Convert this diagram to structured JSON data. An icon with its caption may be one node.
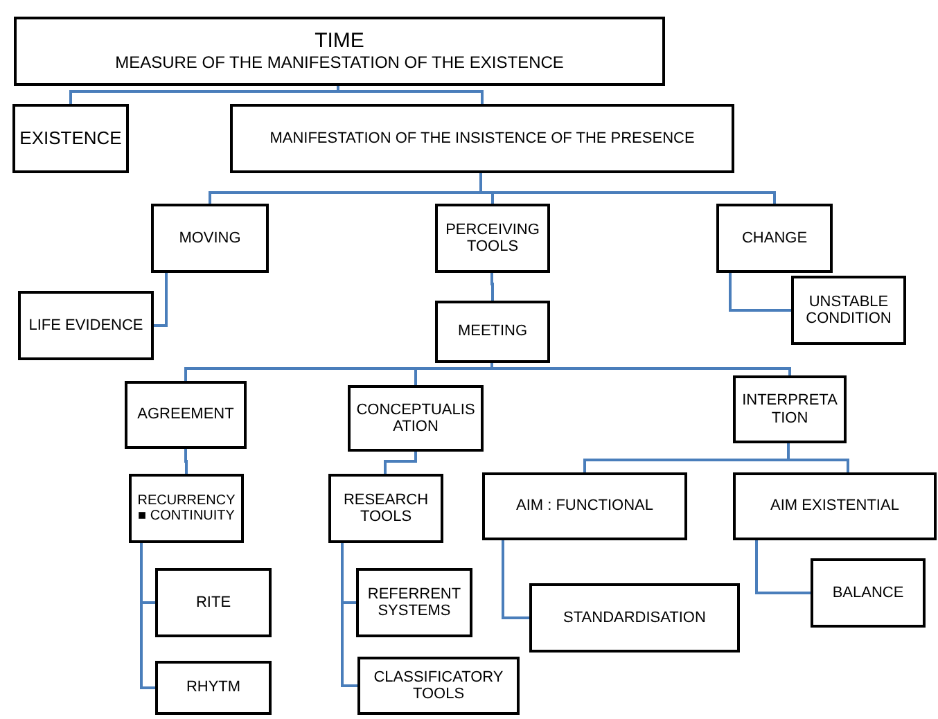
{
  "diagram": {
    "nodes": [
      {
        "text": [
          "TIME",
          "MEASURE OF THE MANIFESTATION OF THE EXISTENCE"
        ]
      },
      {
        "text": [
          "EXISTENCE"
        ]
      },
      {
        "text": [
          "MANIFESTATION OF THE INSISTENCE OF THE PRESENCE"
        ]
      },
      {
        "text": [
          "MOVING"
        ]
      },
      {
        "text": [
          "PERCEIVING TOOLS"
        ]
      },
      {
        "text": [
          "CHANGE"
        ]
      },
      {
        "text": [
          "LIFE EVIDENCE"
        ]
      },
      {
        "text": [
          "UNSTABLE CONDITION"
        ]
      },
      {
        "text": [
          "MEETING"
        ]
      },
      {
        "text": [
          "AGREEMENT"
        ]
      },
      {
        "text": [
          "CONCEPTUALISATION"
        ]
      },
      {
        "text": [
          "INTERPRETATION"
        ]
      },
      {
        "text": [
          "RECURRENCY ■ CONTINUITY"
        ]
      },
      {
        "text": [
          "RESEARCH TOOLS"
        ]
      },
      {
        "text": [
          "AIM : FUNCTIONAL"
        ]
      },
      {
        "text": [
          "AIM EXISTENTIAL"
        ]
      },
      {
        "text": [
          "RITE"
        ]
      },
      {
        "text": [
          "RHYTM"
        ]
      },
      {
        "text": [
          "REFERRENT SYSTEMS"
        ]
      },
      {
        "text": [
          "CLASSIFICATORY TOOLS"
        ]
      },
      {
        "text": [
          "STANDARDISATION"
        ]
      },
      {
        "text": [
          "BALANCE"
        ]
      }
    ],
    "edges": [
      {
        "from": 0,
        "to": 1,
        "arrow": "none"
      },
      {
        "from": 0,
        "to": 2,
        "arrow": "none"
      },
      {
        "from": 2,
        "to": 3,
        "arrow": "none"
      },
      {
        "from": 2,
        "to": 4,
        "arrow": "none"
      },
      {
        "from": 2,
        "to": 5,
        "arrow": "none"
      },
      {
        "from": 3,
        "to": 6,
        "arrow": "none"
      },
      {
        "from": 5,
        "to": 7,
        "arrow": "none"
      },
      {
        "from": 4,
        "to": 8,
        "arrow": "none"
      },
      {
        "from": 8,
        "to": 9,
        "arrow": "none"
      },
      {
        "from": 8,
        "to": 10,
        "arrow": "none"
      },
      {
        "from": 8,
        "to": 11,
        "arrow": "none"
      },
      {
        "from": 9,
        "to": 12,
        "arrow": "none"
      },
      {
        "from": 10,
        "to": 13,
        "arrow": "none"
      },
      {
        "from": 11,
        "to": 14,
        "arrow": "none"
      },
      {
        "from": 11,
        "to": 15,
        "arrow": "none"
      },
      {
        "from": 12,
        "to": 16,
        "arrow": "none"
      },
      {
        "from": 12,
        "to": 17,
        "arrow": "none"
      },
      {
        "from": 13,
        "to": 18,
        "arrow": "none"
      },
      {
        "from": 13,
        "to": 19,
        "arrow": "none"
      },
      {
        "from": 14,
        "to": 20,
        "arrow": "none"
      },
      {
        "from": 15,
        "to": 21,
        "arrow": "none"
      }
    ]
  }
}
